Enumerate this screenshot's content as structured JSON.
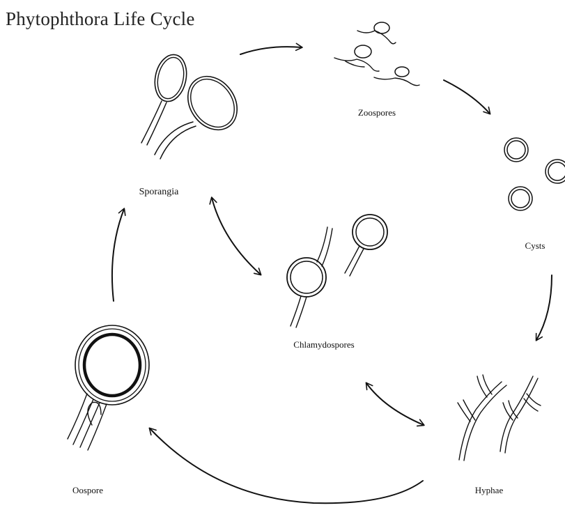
{
  "title": "Phytophthora Life Cycle",
  "stages": {
    "zoospores": "Zoospores",
    "cysts": "Cysts",
    "hyphae": "Hyphae",
    "oospore": "Oospore",
    "sporangia": "Sporangia",
    "chlamydospores": "Chlamydospores"
  },
  "colors": {
    "ink": "#111111",
    "background": "#ffffff"
  }
}
